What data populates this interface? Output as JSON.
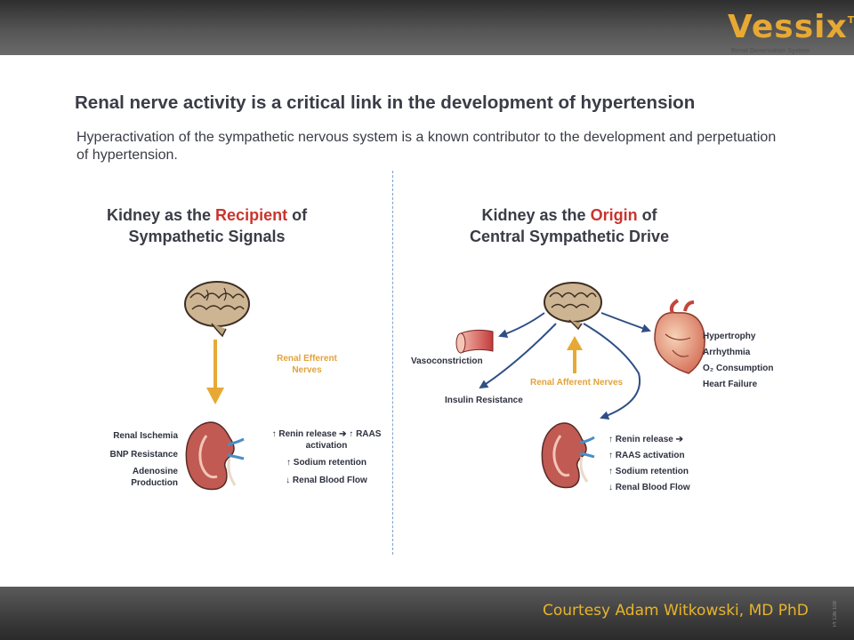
{
  "logo": {
    "name": "Vessix",
    "tm": "TM",
    "tagline": "Renal Denervation System"
  },
  "slide": {
    "headline": "Renal nerve activity is a critical link in the development of hypertension",
    "subtext": "Hyperactivation of the sympathetic nervous system is a known contributor to the development and perpetuation of hypertension."
  },
  "left_panel": {
    "title_pre": "Kidney as the ",
    "title_accent": "Recipient",
    "title_post": " of",
    "title_line2": "Sympathetic Signals",
    "arrow_label_1": "Renal Efferent",
    "arrow_label_2": "Nerves",
    "left_items": [
      "Renal Ischemia",
      "BNP Resistance",
      "Adenosine",
      "Production"
    ],
    "right_items": [
      "↑ Renin release ➔ ↑ RAAS",
      "activation",
      "↑ Sodium retention",
      "↓ Renal Blood Flow"
    ]
  },
  "right_panel": {
    "title_pre": "Kidney as the ",
    "title_accent": "Origin",
    "title_post": " of",
    "title_line2": "Central Sympathetic Drive",
    "vasoconstriction": "Vasoconstriction",
    "insulin": "Insulin Resistance",
    "afferent": "Renal Afferent Nerves",
    "heart_items": [
      "Hypertrophy",
      "Arrhythmia",
      "O₂ Consumption",
      "Heart Failure"
    ],
    "kidney_items": [
      "↑ Renin release ➔",
      "↑ RAAS activation",
      "↑ Sodium retention",
      "↓ Renal Blood Flow"
    ]
  },
  "footer": {
    "credit": "Courtesy Adam Witkowski, MD PhD",
    "code": "PI 136 108"
  },
  "colors": {
    "accent": "#c8352e",
    "orange": "#e7a934",
    "navy_arrow": "#2f4f86",
    "text": "#3a3c46"
  }
}
